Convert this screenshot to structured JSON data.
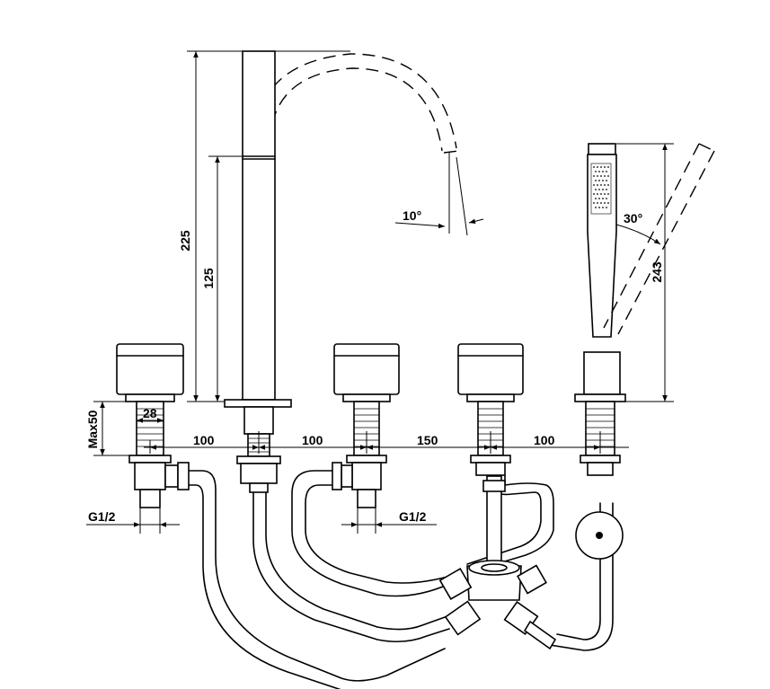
{
  "dimensions": {
    "spout_total_height": "225",
    "spout_body_height": "125",
    "spout_angle": "10°",
    "handshower_height": "243",
    "handshower_angle": "30°",
    "max_deck_thickness": "Max50",
    "shank_diameter": "28",
    "spacing_1": "100",
    "spacing_2": "100",
    "spacing_3": "150",
    "spacing_4": "100",
    "thread_left": "G1/2",
    "thread_center": "G1/2"
  }
}
